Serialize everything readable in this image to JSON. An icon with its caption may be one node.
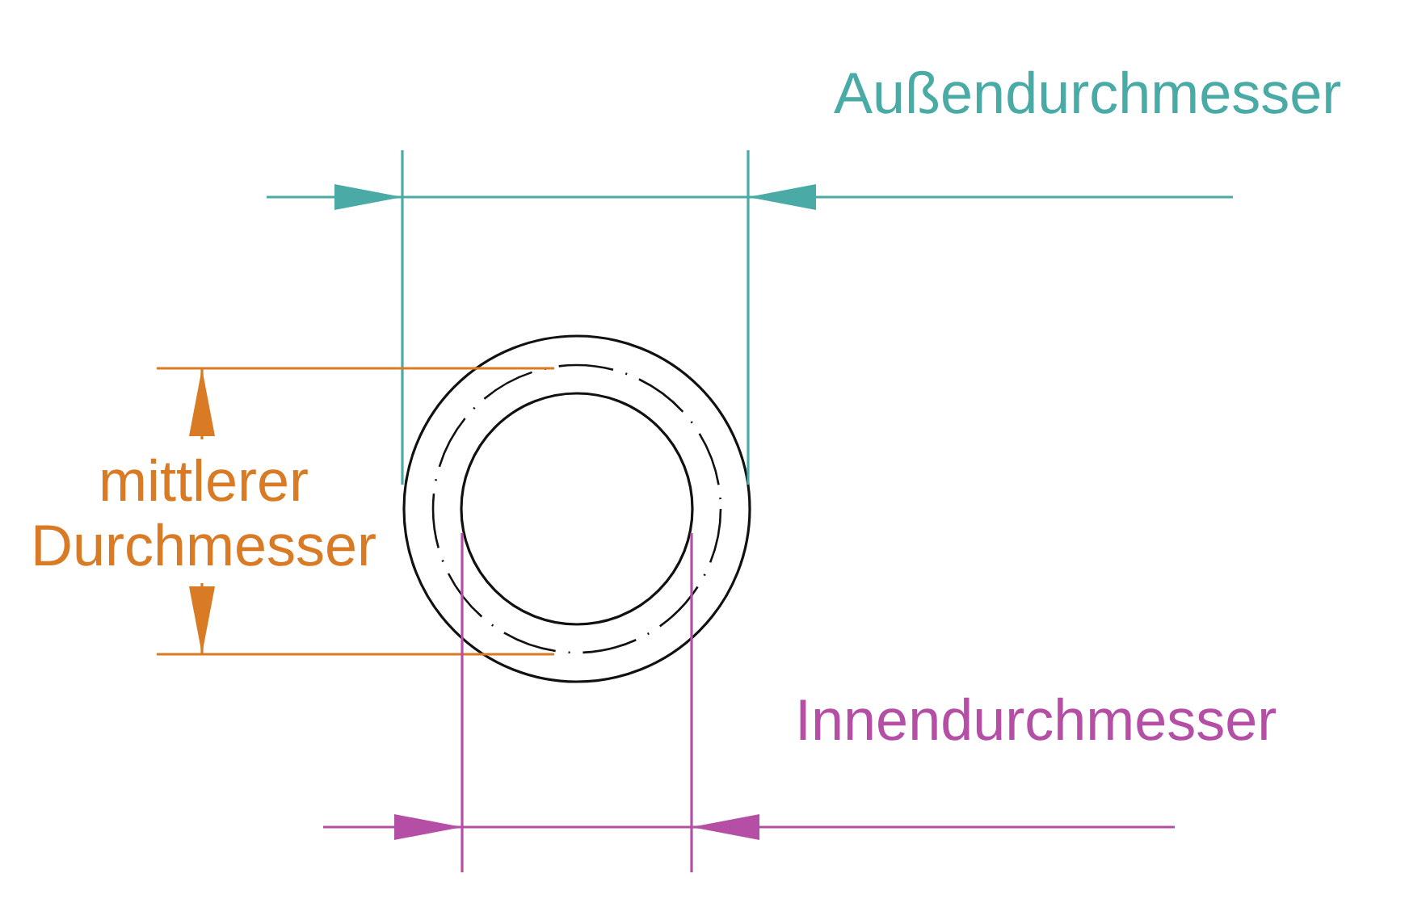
{
  "diagram": {
    "labels": [
      "Außendurchmesser",
      "mittlerer Durchmesser",
      "Innendurchmesser"
    ]
  }
}
